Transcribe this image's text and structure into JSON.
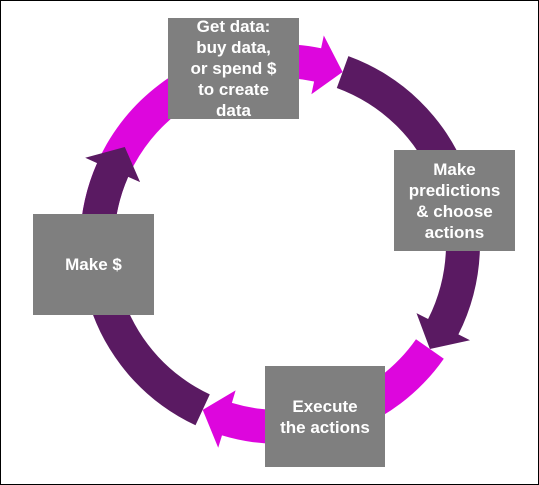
{
  "colors": {
    "magenta": "#dd06dd",
    "purple": "#5a1a62",
    "box": "#7f7f7f",
    "text": "#ffffff"
  },
  "steps": [
    {
      "id": "get-data",
      "lines": [
        "Get data:",
        "buy data,",
        "or spend $",
        "to create",
        "data"
      ]
    },
    {
      "id": "predict",
      "lines": [
        "Make",
        "predictions",
        "& choose",
        "actions"
      ]
    },
    {
      "id": "execute",
      "lines": [
        "Execute",
        "the actions"
      ]
    },
    {
      "id": "make-money",
      "lines": [
        "Make $"
      ]
    }
  ]
}
